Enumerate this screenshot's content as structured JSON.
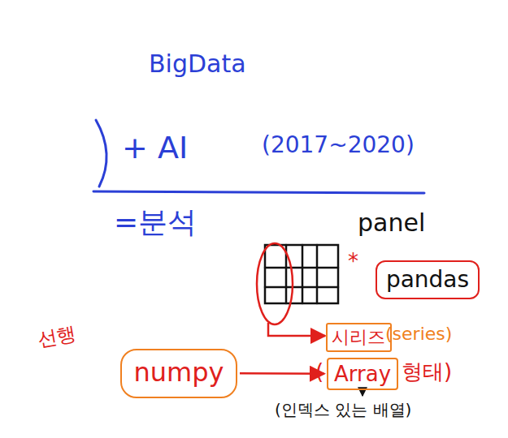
{
  "diagram": {
    "nodes": [
      {
        "text": [
          "pandas"
        ]
      },
      {
        "text": [
          "시리즈"
        ]
      },
      {
        "text": [
          "numpy"
        ]
      },
      {
        "text": [
          "Array"
        ]
      }
    ],
    "edges": [
      {
        "from": 2,
        "to": 3,
        "arrow": "to"
      }
    ],
    "labels": [
      "BigData",
      "+ AI",
      "(2017~2020)",
      "=분석",
      "panel",
      "*",
      "(series)",
      "(",
      "형태)",
      "(인덱스 있는 배열)",
      "선행"
    ]
  }
}
